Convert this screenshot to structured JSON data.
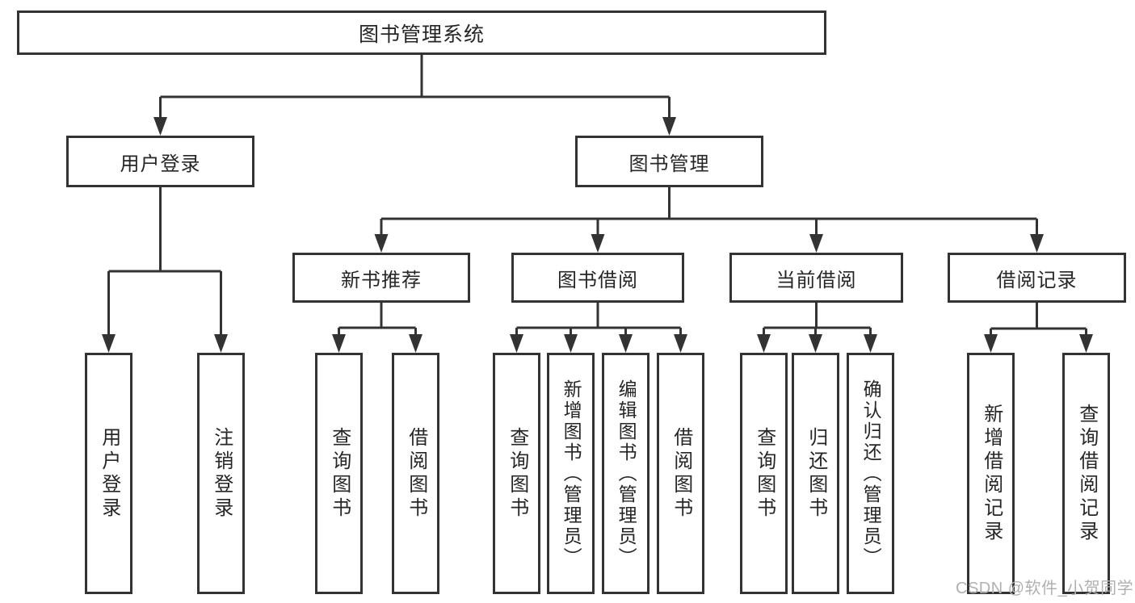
{
  "diagram_title": "图书管理系统",
  "colors": {
    "line": "#333333",
    "box_border": "#333333",
    "text": "#262626",
    "watermark": "#b0b0b0",
    "background": "#ffffff"
  },
  "nodes": {
    "root": "图书管理系统",
    "level2": [
      "用户登录",
      "图书管理"
    ],
    "level3": [
      "新书推荐",
      "图书借阅",
      "当前借阅",
      "借阅记录"
    ],
    "leaves_login": [
      "用户登录",
      "注销登录"
    ],
    "leaves_recommend": [
      "查询图书",
      "借阅图书"
    ],
    "leaves_borrow": [
      "查询图书",
      "新增图书（管理员）",
      "编辑图书（管理员）",
      "借阅图书"
    ],
    "leaves_current": [
      "查询图书",
      "归还图书",
      "确认归还（管理员）"
    ],
    "leaves_record": [
      "新增借阅记录",
      "查询借阅记录"
    ]
  },
  "watermark": "CSDN @软件_小贺同学"
}
